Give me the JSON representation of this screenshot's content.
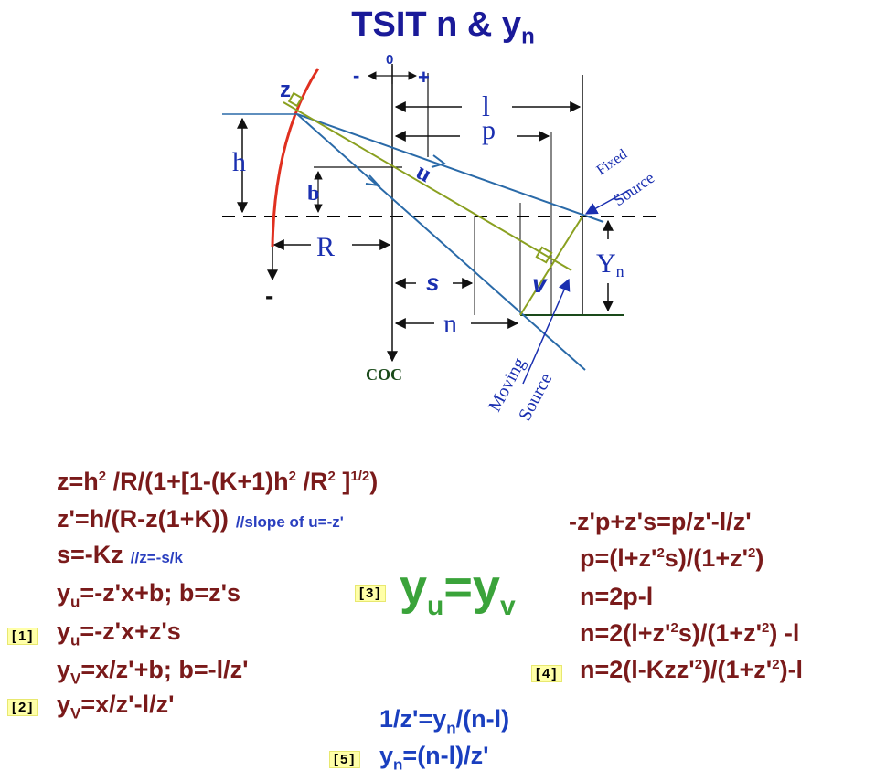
{
  "title": {
    "text": "TSIT n & y",
    "sub": "n"
  },
  "diagram": {
    "labels": {
      "z": "z",
      "zero": "0",
      "minus_dir": "-",
      "plus_dir": "+",
      "l": "l",
      "p": "p",
      "h": "h",
      "b": "b",
      "mu": "u",
      "R": "R",
      "s": "s",
      "n": "n",
      "v": "v",
      "Y": "Y",
      "Y_sub": "n",
      "minus": "-",
      "coc": "COC",
      "fixed": "Fixed",
      "source1": "Source",
      "moving": "Moving",
      "source2": "Source"
    },
    "colors": {
      "mirror": "#e03020",
      "axis": "#000000",
      "ray": "#2a6aa8",
      "normal": "#8aa020",
      "blue_label": "#1a2fb0",
      "black_label": "#111111"
    }
  },
  "equations": {
    "e1": {
      "a": "z=h",
      "b": "2",
      "c": " /R/(1+[1-(K+1)h",
      "d": "2",
      "e": " /R",
      "f": "2",
      "g": " ]",
      "h": "1/2",
      "i": ")"
    },
    "e2": {
      "text": "z'=h/(R-z(1+K))",
      "note": "//slope of u=-z'"
    },
    "e3": {
      "text": "s=-Kz",
      "note": "//z=-s/k"
    },
    "e4": {
      "a": "y",
      "b": "u",
      "c": "=-z'x+b; b=z's"
    },
    "e5": {
      "tag": "[1]",
      "a": "y",
      "b": "u",
      "c": "=-z'x+z's"
    },
    "e6": {
      "a": "y",
      "b": "V",
      "c": "=x/z'+b; b=-l/z'"
    },
    "e7": {
      "tag": "[2]",
      "a": "y",
      "b": "V",
      "c": "=x/z'-l/z'"
    },
    "big": {
      "tag": "[3]",
      "a": "y",
      "b": "u",
      "c": "=y",
      "d": "v"
    },
    "r1": {
      "text": "-z'p+z's=p/z'-l/z'"
    },
    "r2": {
      "a": "p=(l+z'",
      "b": "2",
      "c": "s)/(1+z'",
      "d": "2",
      "e": ")"
    },
    "r3": {
      "text": "n=2p-l"
    },
    "r4": {
      "a": "n=2(l+z'",
      "b": "2",
      "c": "s)/(1+z'",
      "d": "2",
      "e": ") -l"
    },
    "r5": {
      "tag": "[4]",
      "a": "n=2(l-Kzz'",
      "b": "2",
      "c": ")/(1+z'",
      "d": "2",
      "e": ")-l"
    },
    "b1": {
      "a": "1/z'=y",
      "b": "n",
      "c": "/(n-l)"
    },
    "b2": {
      "tag": "[5]",
      "a": "y",
      "b": "n",
      "c": "=(n-l)/z'"
    }
  }
}
